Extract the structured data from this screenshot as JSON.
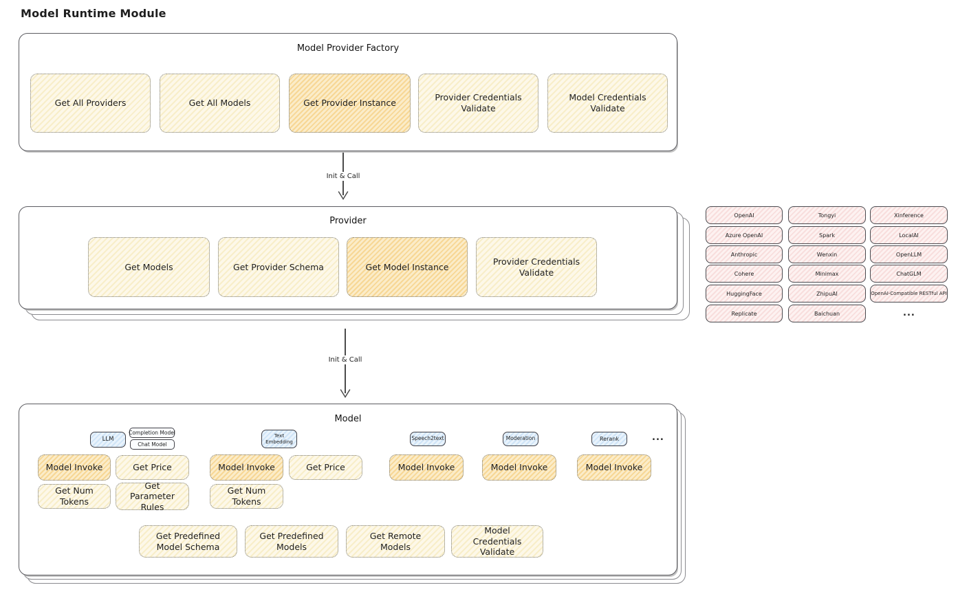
{
  "page_title": "Model Runtime Module",
  "colors": {
    "yellow_hatch": "#f8eec9",
    "orange_hatch": "#f7d795",
    "pink_hatch": "#f8dedd",
    "blue_hatch": "#cfe4f7",
    "outline_dark": "#3f3f46",
    "box_outline": "#5b5b60"
  },
  "factory": {
    "title": "Model Provider Factory",
    "buttons": [
      {
        "label": "Get All Providers",
        "highlighted": false
      },
      {
        "label": "Get All Models",
        "highlighted": false
      },
      {
        "label": "Get Provider Instance",
        "highlighted": true
      },
      {
        "label": "Provider Credentials Validate",
        "highlighted": false
      },
      {
        "label": "Model Credentials Validate",
        "highlighted": false
      }
    ]
  },
  "arrow1": {
    "label": "Init & Call"
  },
  "arrow2": {
    "label": "Init & Call"
  },
  "provider": {
    "title": "Provider",
    "buttons": [
      {
        "label": "Get Models",
        "highlighted": false
      },
      {
        "label": "Get Provider Schema",
        "highlighted": false
      },
      {
        "label": "Get Model Instance",
        "highlighted": true
      },
      {
        "label": "Provider Credentials Validate",
        "highlighted": false
      }
    ]
  },
  "providers_grid": {
    "col1": [
      "OpenAI",
      "Azure OpenAI",
      "Anthropic",
      "Cohere",
      "HuggingFace",
      "Replicate"
    ],
    "col2": [
      "Tongyi",
      "Spark",
      "Wenxin",
      "Minimax",
      "ZhipuAI",
      "Baichuan"
    ],
    "col3": [
      "Xinference",
      "LocalAI",
      "OpenLLM",
      "ChatGLM",
      "OpenAI-Compatible RESTful API"
    ],
    "more": "..."
  },
  "model": {
    "title": "Model",
    "more": "...",
    "tabs": {
      "llm": "LLM",
      "completion": "Completion Model",
      "chat": "Chat Model",
      "text_embedding": "Text Embedding",
      "speech2text": "Speech2text",
      "moderation": "Moderation",
      "rerank": "Rerank"
    },
    "llm_ops": {
      "invoke": "Model Invoke",
      "price": "Get Price",
      "tokens": "Get Num Tokens",
      "rules": "Get Parameter Rules"
    },
    "embedding_ops": {
      "invoke": "Model Invoke",
      "price": "Get Price",
      "tokens": "Get Num Tokens"
    },
    "speech2text_ops": {
      "invoke": "Model Invoke"
    },
    "moderation_ops": {
      "invoke": "Model Invoke"
    },
    "rerank_ops": {
      "invoke": "Model Invoke"
    },
    "bottom": [
      "Get Predefined Model Schema",
      "Get Predefined Models",
      "Get Remote Models",
      "Model Credentials Validate"
    ]
  }
}
